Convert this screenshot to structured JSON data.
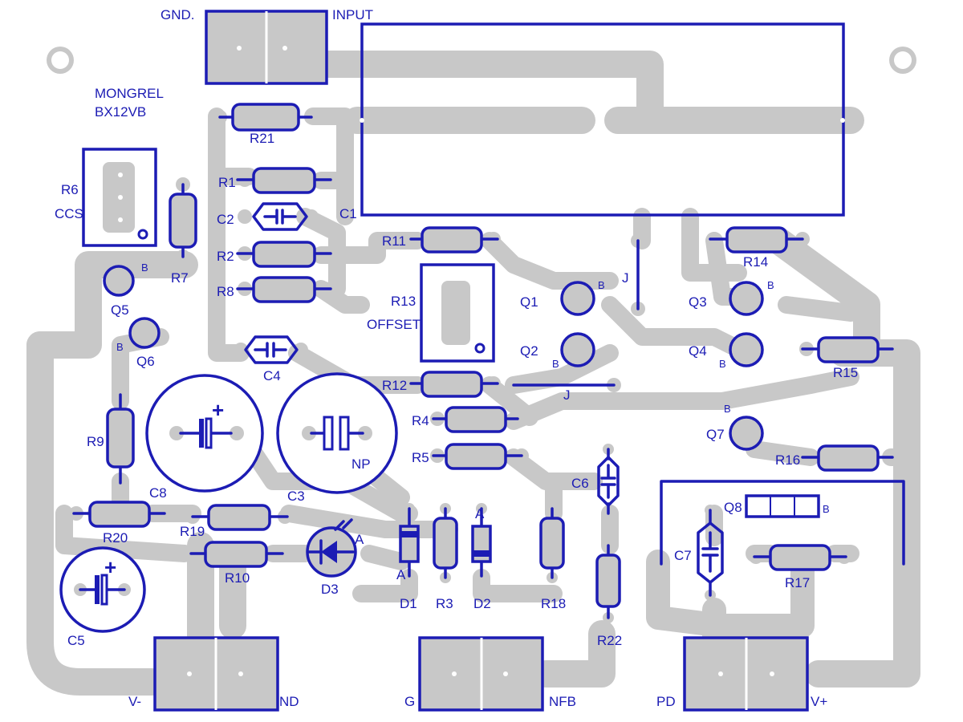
{
  "board": {
    "title_line1": "MONGREL",
    "title_line2": "BX12VB",
    "colors": {
      "ink": "#1c1cb4",
      "copper": "#c8c8c8",
      "background": "#ffffff"
    }
  },
  "connectors": {
    "gnd_in": "GND.",
    "input": "INPUT",
    "v_minus": "V-",
    "gnd_bottom": "ND",
    "g": "G",
    "nfb": "NFB",
    "pd": "PD",
    "v_plus": "V+"
  },
  "resistors": {
    "r1": "R1",
    "r2": "R2",
    "r3": "R3",
    "r4": "R4",
    "r5": "R5",
    "r6": "R6",
    "r6_note": "CCS",
    "r7": "R7",
    "r8": "R8",
    "r9": "R9",
    "r10": "R10",
    "r11": "R11",
    "r12": "R12",
    "r13": "R13",
    "r13_note": "OFFSET",
    "r14": "R14",
    "r15": "R15",
    "r16": "R16",
    "r17": "R17",
    "r18": "R18",
    "r19": "R19",
    "r20": "R20",
    "r21": "R21",
    "r22": "R22"
  },
  "capacitors": {
    "c1": "C1",
    "c2": "C2",
    "c3": "C3",
    "c3_note": "NP",
    "c4": "C4",
    "c5": "C5",
    "c6": "C6",
    "c7": "C7",
    "c8": "C8",
    "plus": "+"
  },
  "semiconductors": {
    "q1": "Q1",
    "q2": "Q2",
    "q3": "Q3",
    "q4": "Q4",
    "q5": "Q5",
    "q6": "Q6",
    "q7": "Q7",
    "q8": "Q8",
    "d1": "D1",
    "d2": "D2",
    "d3": "D3",
    "base_mark": "B",
    "anode_mark": "A",
    "jumper_mark": "J"
  },
  "icons": [
    "mounting-hole-icon",
    "resistor-icon",
    "capacitor-icon",
    "electrolytic-capacitor-icon",
    "transistor-icon",
    "diode-icon",
    "led-icon",
    "terminal-block-icon",
    "trimpot-icon"
  ]
}
